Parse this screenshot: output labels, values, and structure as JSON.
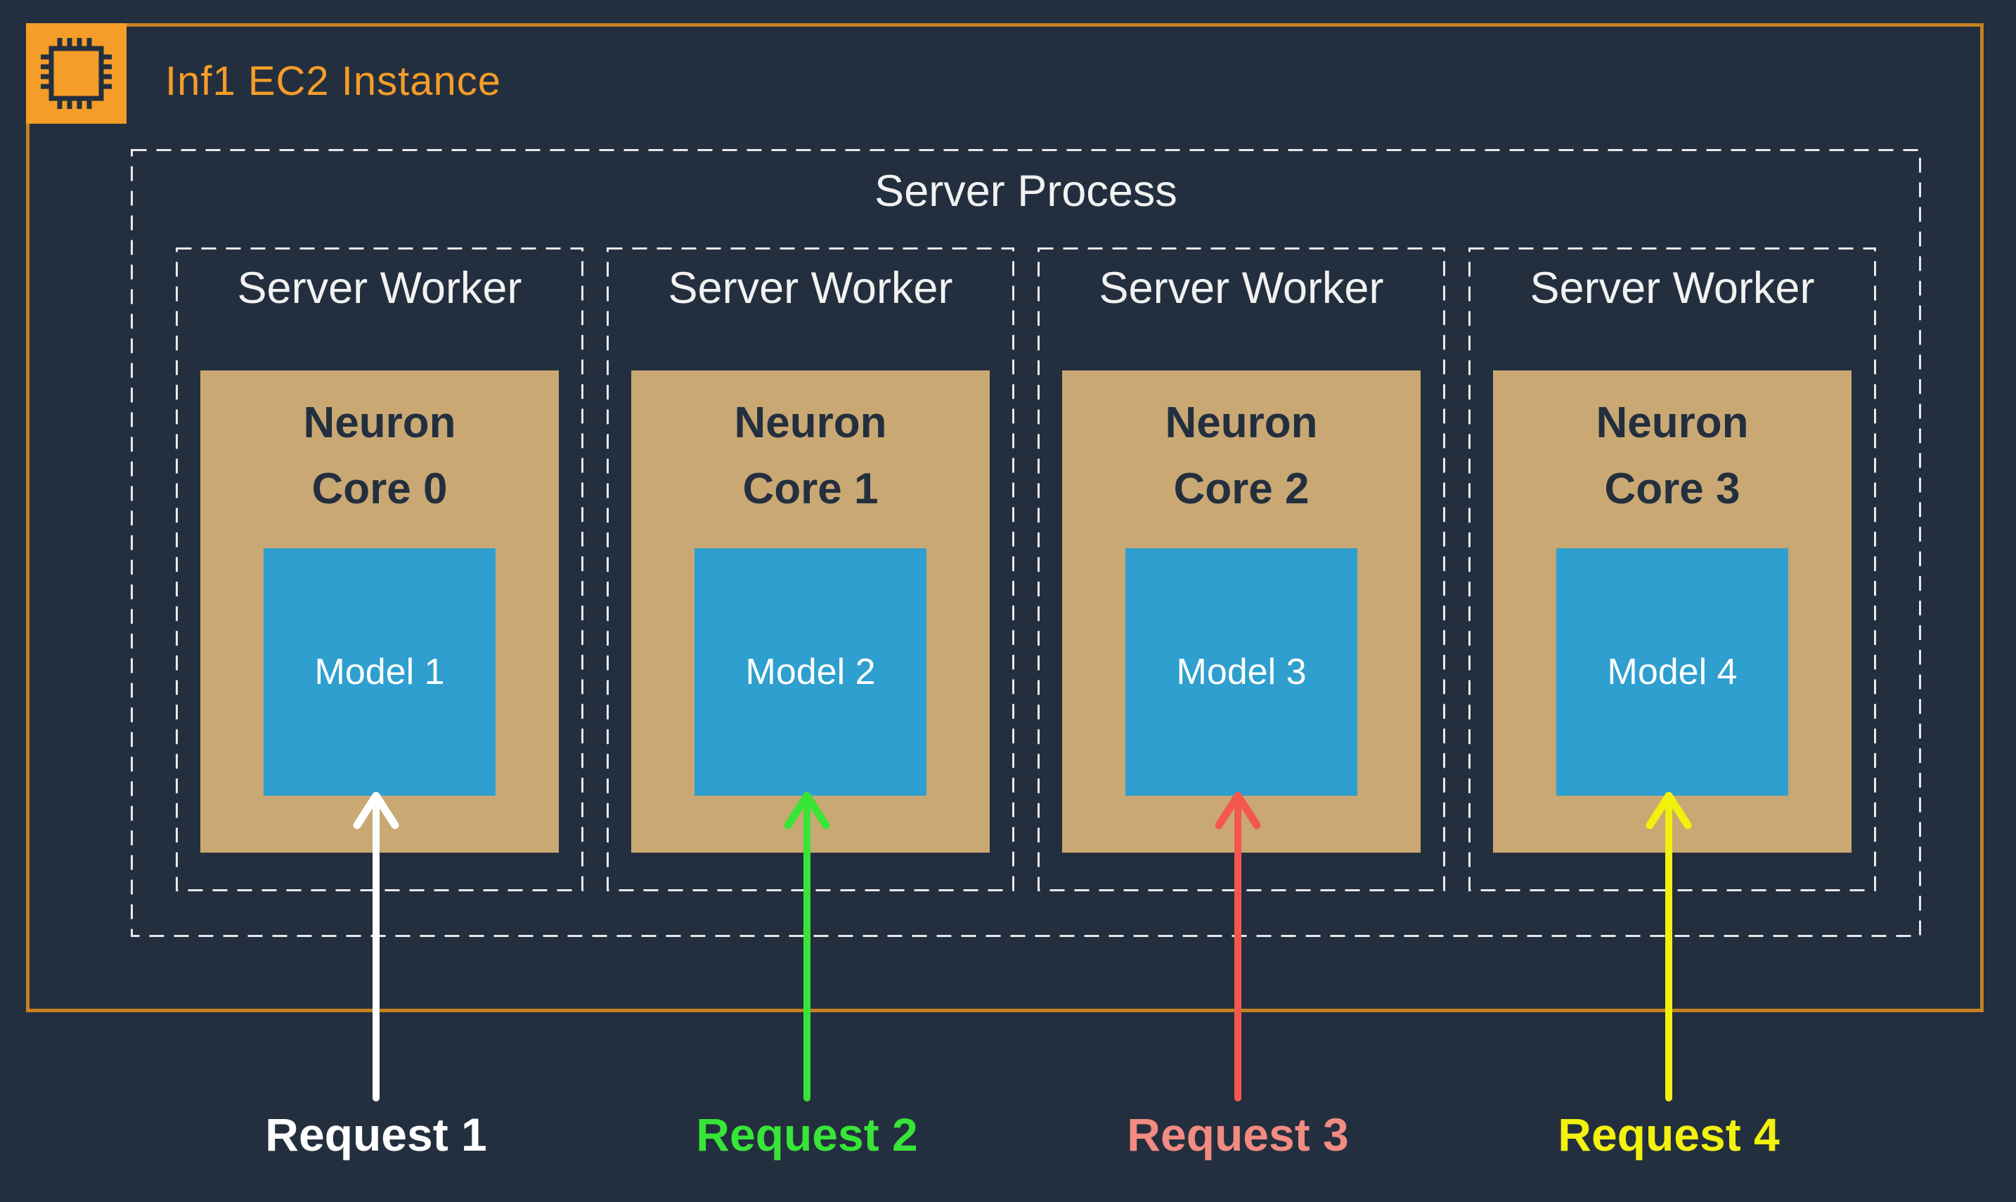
{
  "colors": {
    "background": "#232F3E",
    "instance_border": "#C5811F",
    "accent_orange": "#F49D28",
    "dashed_border": "#E9E9E9",
    "neuron_core_fill": "#C9A873",
    "model_fill": "#2E9FCE",
    "dark_text": "#232F3E",
    "light_text": "#F2F2F2"
  },
  "instance": {
    "title": "Inf1 EC2 Instance",
    "icon": "chip-icon"
  },
  "server_process": {
    "label": "Server Process",
    "workers": [
      {
        "label": "Server Worker",
        "core_label": "Neuron\nCore 0",
        "model_label": "Model 1"
      },
      {
        "label": "Server Worker",
        "core_label": "Neuron\nCore 1",
        "model_label": "Model 2"
      },
      {
        "label": "Server Worker",
        "core_label": "Neuron\nCore 2",
        "model_label": "Model 3"
      },
      {
        "label": "Server Worker",
        "core_label": "Neuron\nCore 3",
        "model_label": "Model 4"
      }
    ]
  },
  "requests": [
    {
      "label": "Request 1",
      "label_color": "#FFFFFF",
      "arrow_color": "#FFFFFF"
    },
    {
      "label": "Request 2",
      "label_color": "#38E438",
      "arrow_color": "#38E438"
    },
    {
      "label": "Request 3",
      "label_color": "#F28B82",
      "arrow_color": "#F4574C"
    },
    {
      "label": "Request 4",
      "label_color": "#F3F20E",
      "arrow_color": "#F2F10D"
    }
  ]
}
